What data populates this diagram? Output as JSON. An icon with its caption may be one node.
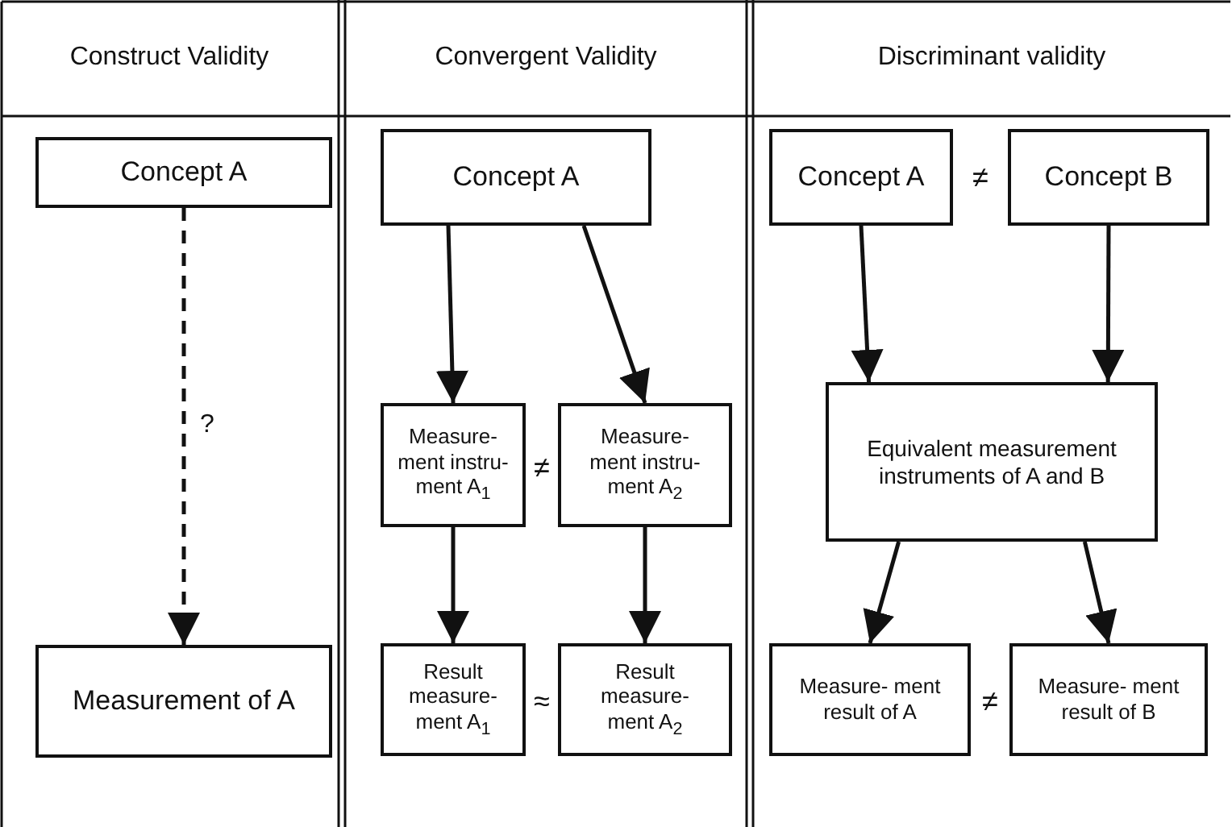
{
  "diagram": {
    "nodes": [
      {
        "text": [
          "Concept A"
        ]
      },
      {
        "text": [
          "Measurement of A"
        ]
      },
      {
        "text": [
          "Concept A"
        ]
      },
      {
        "text": [
          "Measure- ment instru- ment A$_{1}$"
        ]
      },
      {
        "text": [
          "Measure- ment instru- ment A$_{2}$"
        ]
      },
      {
        "text": [
          "Result measure- ment A$_{1}$"
        ]
      },
      {
        "text": [
          "Result measure- ment A$_{2}$"
        ]
      },
      {
        "text": [
          "Concept A"
        ]
      },
      {
        "text": [
          "Concept B"
        ]
      },
      {
        "text": [
          "Equivalent measurement instruments of A and B"
        ]
      },
      {
        "text": [
          "Measure- ment result of A"
        ]
      },
      {
        "text": [
          "Measure- ment result of B"
        ]
      }
    ],
    "edges": [
      {
        "from": 0,
        "to": 1,
        "arrow": "to",
        "style": "dashed",
        "label": "?"
      },
      {
        "from": 2,
        "to": 3,
        "arrow": "to"
      },
      {
        "from": 2,
        "to": 4,
        "arrow": "to"
      },
      {
        "from": 3,
        "to": 5,
        "arrow": "to"
      },
      {
        "from": 4,
        "to": 6,
        "arrow": "to"
      },
      {
        "from": 7,
        "to": 9,
        "arrow": "to"
      },
      {
        "from": 8,
        "to": 9,
        "arrow": "to"
      },
      {
        "from": 9,
        "to": 10,
        "arrow": "to"
      },
      {
        "from": 9,
        "to": 11,
        "arrow": "to"
      }
    ],
    "labels": [
      "Construct Validity",
      "Convergent Validity",
      "Discriminant validity",
      "≠",
      "≠",
      "≈",
      "≠"
    ]
  }
}
